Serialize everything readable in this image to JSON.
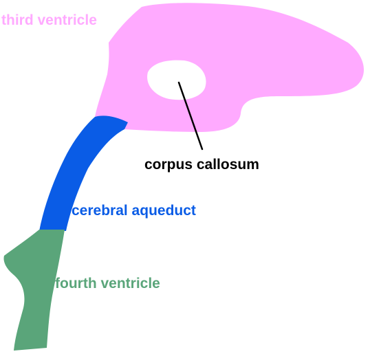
{
  "labels": {
    "third_ventricle": "third ventricle",
    "corpus_callosum": "corpus callosum",
    "cerebral_aqueduct": "cerebral aqueduct",
    "fourth_ventricle": "fourth ventricle"
  },
  "colors": {
    "third_ventricle": "#ffaaff",
    "cerebral_aqueduct": "#0a5ce6",
    "fourth_ventricle": "#5aa57a",
    "corpus_callosum": "#000000",
    "background": "#ffffff"
  }
}
